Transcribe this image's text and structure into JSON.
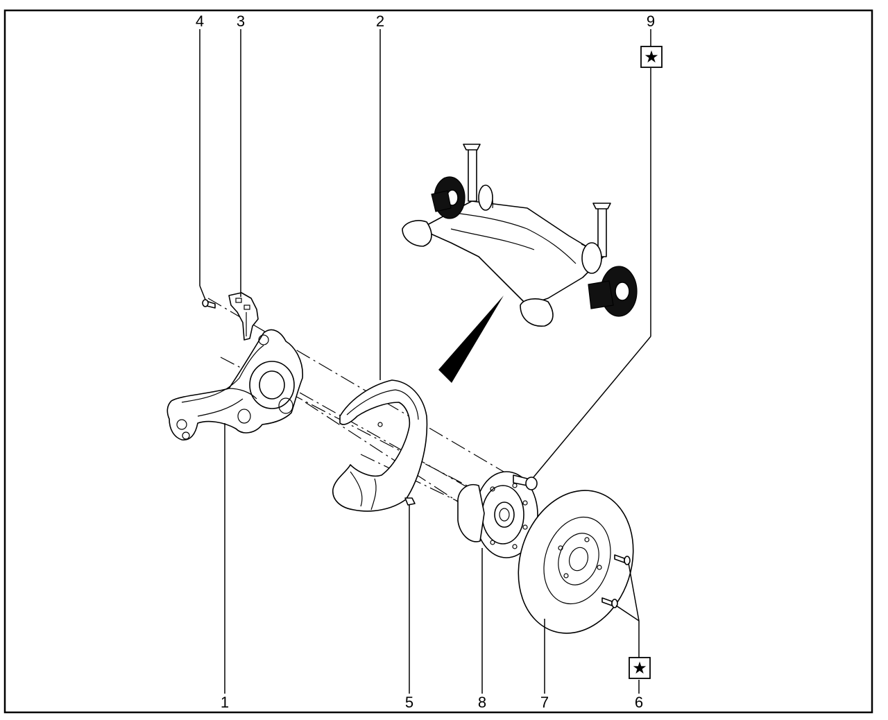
{
  "diagram": {
    "callouts": [
      {
        "id": "1",
        "label": "1"
      },
      {
        "id": "2",
        "label": "2"
      },
      {
        "id": "3",
        "label": "3"
      },
      {
        "id": "4",
        "label": "4"
      },
      {
        "id": "5",
        "label": "5"
      },
      {
        "id": "6",
        "label": "6"
      },
      {
        "id": "7",
        "label": "7"
      },
      {
        "id": "8",
        "label": "8"
      },
      {
        "id": "9",
        "label": "9"
      }
    ],
    "symbols": {
      "star": "★"
    },
    "icons": {
      "torque_marker": "star-icon",
      "view_arrow": "view-direction-arrow-icon"
    }
  }
}
